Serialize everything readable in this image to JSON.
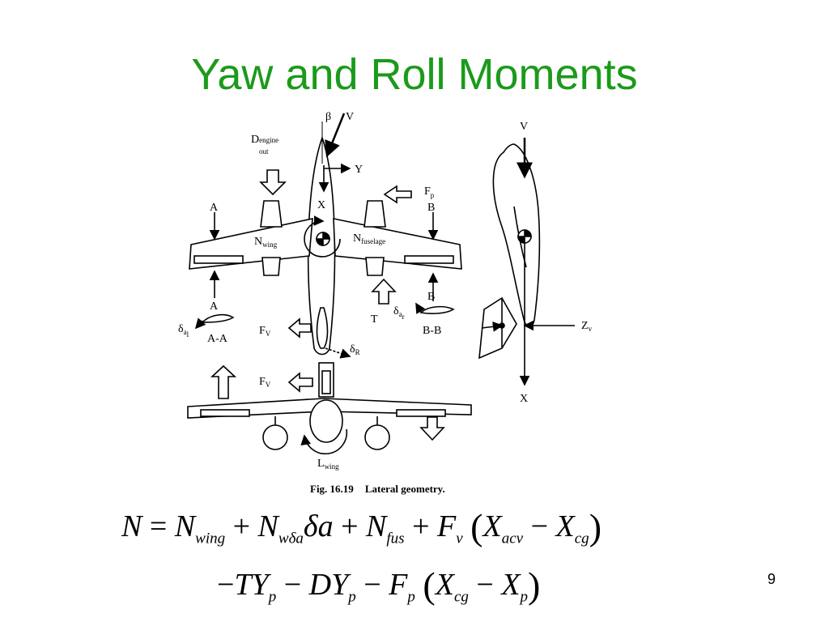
{
  "slide": {
    "title": "Yaw and Roll Moments",
    "page_number": "9"
  },
  "figure": {
    "caption_number": "Fig. 16.19",
    "caption_text": "Lateral geometry.",
    "labels": {
      "beta": "β",
      "v_top": "V",
      "d_main": "D",
      "d_sub": "engine",
      "d_out": "out",
      "y_axis": "Y",
      "x_axis": "X",
      "fp_main": "F",
      "fp_sub": "p",
      "b_upper": "B",
      "a_upper": "A",
      "nwing_main": "N",
      "nwing_sub": "wing",
      "nfus_main": "N",
      "nfus_sub": "fuselage",
      "a_lower": "A",
      "b_lower": "B",
      "t": "T",
      "dar_main": "δ",
      "dar_sub": "a",
      "dar_subsub": "r",
      "dal_main": "δ",
      "dal_sub": "a",
      "dal_subsub": "l",
      "aa_section": "A-A",
      "bb_section": "B-B",
      "fv_top_main": "F",
      "fv_top_sub": "V",
      "dr_main": "δ",
      "dr_sub": "R",
      "fv_bottom_main": "F",
      "fv_bottom_sub": "V",
      "lwing_main": "L",
      "lwing_sub": "wing",
      "v_side": "V",
      "zv_main": "Z",
      "zv_sub": "v",
      "x_side": "X"
    }
  },
  "equations": {
    "line1": {
      "N": "N",
      "eq": "=",
      "Nwing": "N",
      "wing_sub": "wing",
      "plus1": "+",
      "Nwda": "N",
      "wda_sub": "wδa",
      "delta_a": "δa",
      "plus2": "+",
      "Nfus": "N",
      "fus_sub": "fus",
      "plus3": "+",
      "Fv": "F",
      "v_sub": "v",
      "lparen": "(",
      "Xacv": "X",
      "acv_sub": "acv",
      "minus": "−",
      "Xcg": "X",
      "cg_sub": "cg",
      "rparen": ")"
    },
    "line2": {
      "neg": "−",
      "TY": "TY",
      "p1_sub": "p",
      "minus1": "−",
      "DY": "DY",
      "p2_sub": "p",
      "minus2": "−",
      "Fp": "F",
      "p3_sub": "p",
      "lparen": "(",
      "Xcg": "X",
      "cg_sub": "cg",
      "minus3": "−",
      "Xp": "X",
      "p4_sub": "p",
      "rparen": ")"
    }
  }
}
